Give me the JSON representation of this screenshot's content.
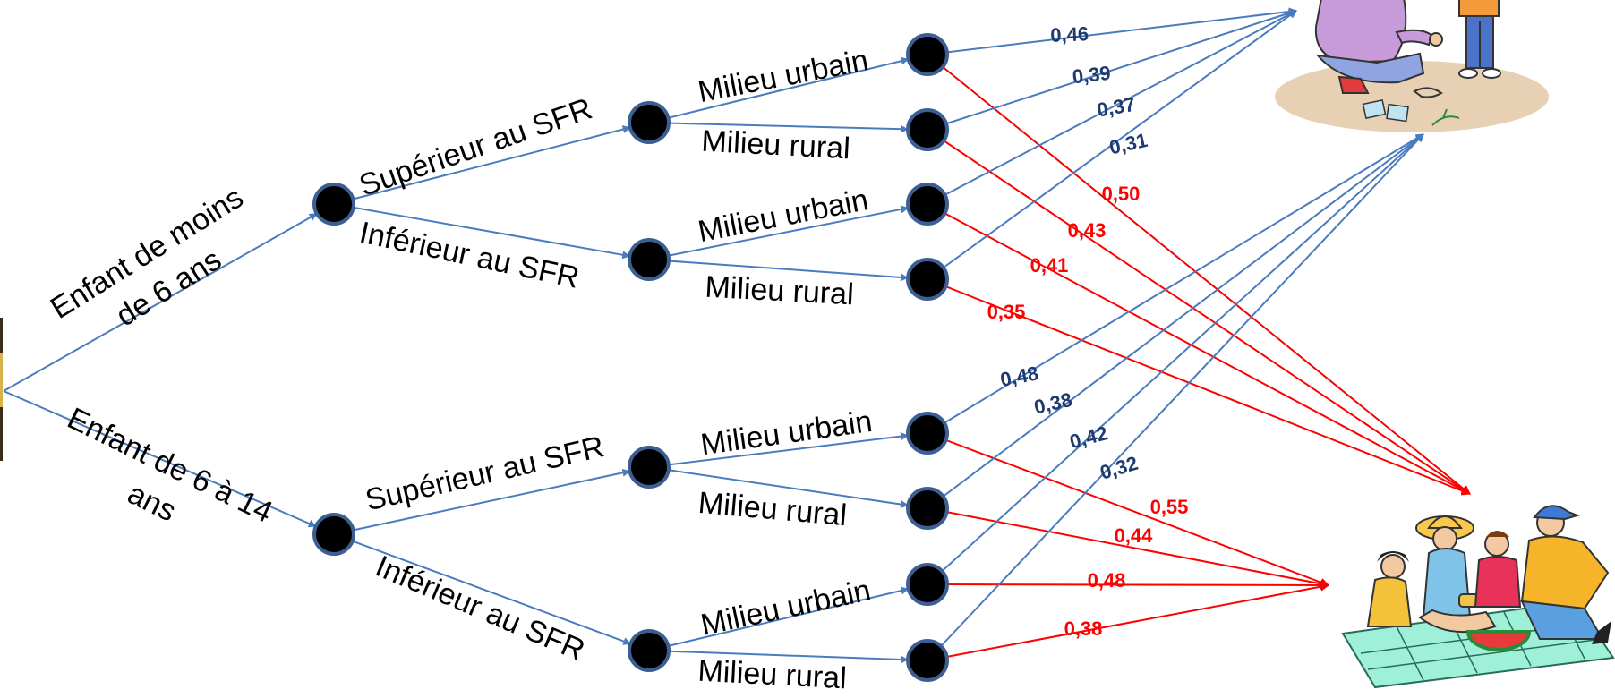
{
  "colors": {
    "blue_edge": "#4a7bbf",
    "red_edge": "#ff0000",
    "blue_prob": "#1f3a6e",
    "red_prob": "#ff0000",
    "node_fill": "#000000",
    "node_stroke": "#3b5f93"
  },
  "tree": {
    "age_groups": [
      {
        "label_lines": [
          "Enfant de moins",
          "de 6 ans"
        ],
        "income_groups": [
          {
            "label": "Supérieur au SFR",
            "areas": [
              {
                "label": "Milieu urbain",
                "prob_top": "0,46",
                "prob_bottom": "0,50"
              },
              {
                "label": "Milieu rural",
                "prob_top": "0,39",
                "prob_bottom": "0,43"
              }
            ]
          },
          {
            "label": "Inférieur au SFR",
            "areas": [
              {
                "label": "Milieu urbain",
                "prob_top": "0,37",
                "prob_bottom": "0,41"
              },
              {
                "label": "Milieu rural",
                "prob_top": "0,31",
                "prob_bottom": "0,35"
              }
            ]
          }
        ]
      },
      {
        "label_lines": [
          "Enfant de 6 à 14",
          "ans"
        ],
        "income_groups": [
          {
            "label": "Supérieur au SFR",
            "areas": [
              {
                "label": "Milieu urbain",
                "prob_top": "0,48",
                "prob_bottom": "0,55"
              },
              {
                "label": "Milieu rural",
                "prob_top": "0,38",
                "prob_bottom": "0,44"
              }
            ]
          },
          {
            "label": "Inférieur au SFR",
            "areas": [
              {
                "label": "Milieu urbain",
                "prob_top": "0,42",
                "prob_bottom": "0,48"
              },
              {
                "label": "Milieu rural",
                "prob_top": "0,32",
                "prob_bottom": "0,38"
              }
            ]
          }
        ]
      }
    ]
  },
  "illustrations": {
    "top_right": "children-working-clipart",
    "bottom_right": "family-picnic-clipart",
    "left_edge": "cropped-photo-strip"
  }
}
